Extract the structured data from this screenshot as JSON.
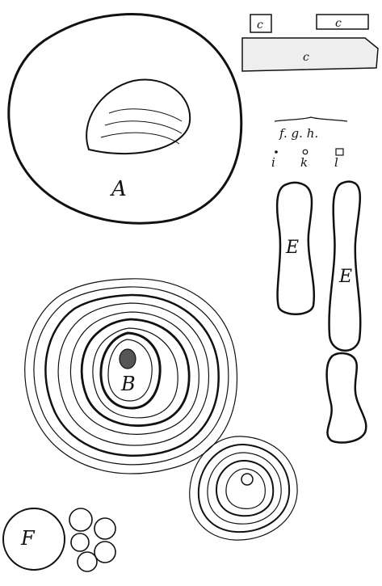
{
  "labels": {
    "A": "A",
    "B": "B",
    "E1": "E",
    "E2": "E",
    "F": "F",
    "c_small": "c",
    "c_medium": "c",
    "c_large": "c",
    "fgh": "f. g. h.",
    "i": "i",
    "k": "k",
    "l": "l"
  }
}
